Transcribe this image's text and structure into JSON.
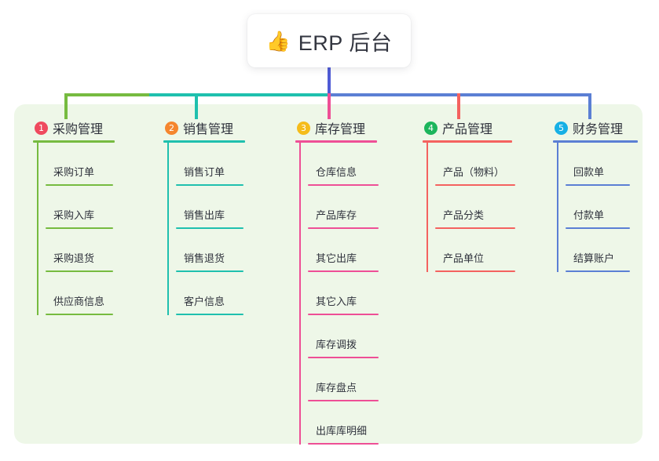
{
  "root": {
    "icon": "thumbs-up-icon",
    "emoji": "👍",
    "title": "ERP 后台"
  },
  "palette": {
    "panel_background": "#eef7e8",
    "page_background": "#ffffff",
    "root_line": "#4f5bd5",
    "text": "#2f323c"
  },
  "columns": [
    {
      "number": "1",
      "title": "采购管理",
      "badge_color": "#ef4a5e",
      "line_color": "#76bb40",
      "items": [
        {
          "label": "采购订单"
        },
        {
          "label": "采购入库"
        },
        {
          "label": "采购退货"
        },
        {
          "label": "供应商信息"
        }
      ]
    },
    {
      "number": "2",
      "title": "销售管理",
      "badge_color": "#f5862e",
      "line_color": "#1fc0ae",
      "items": [
        {
          "label": "销售订单"
        },
        {
          "label": "销售出库"
        },
        {
          "label": "销售退货"
        },
        {
          "label": "客户信息"
        }
      ]
    },
    {
      "number": "3",
      "title": "库存管理",
      "badge_color": "#f5bc1a",
      "line_color": "#ee4f96",
      "items": [
        {
          "label": "仓库信息"
        },
        {
          "label": "产品库存"
        },
        {
          "label": "其它出库"
        },
        {
          "label": "其它入库"
        },
        {
          "label": "库存调拨"
        },
        {
          "label": "库存盘点"
        },
        {
          "label": "出库库明细"
        }
      ]
    },
    {
      "number": "4",
      "title": "产品管理",
      "badge_color": "#1cb55c",
      "line_color": "#f4625f",
      "items": [
        {
          "label": "产品（物料）"
        },
        {
          "label": "产品分类"
        },
        {
          "label": "产品单位"
        }
      ]
    },
    {
      "number": "5",
      "title": "财务管理",
      "badge_color": "#16b0e5",
      "line_color": "#5b7fd4",
      "items": [
        {
          "label": "回款单"
        },
        {
          "label": "付款单"
        },
        {
          "label": "结算账户"
        }
      ]
    }
  ]
}
